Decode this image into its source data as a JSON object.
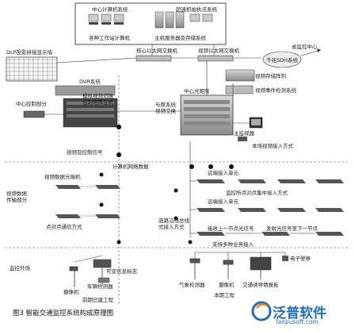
{
  "caption": "图3 智能交通监控系统构成原理图",
  "labels": {
    "central_pc_system": "中心计算机系统",
    "super_violation_system": "超速抓拍执法系统",
    "workstation_pcs": "各种工作站计算机",
    "host_servers_storage": "主机服务器及存储系统",
    "dlp_wall": "DLP投影拼接显示墙",
    "core_ethernet_switch_left": "核心以太网交换机",
    "video_ethernet_switch": "视频以太网交换机",
    "province_center": "省监控中心",
    "gigabit_sdh": "千兆SDH系统",
    "video_storage_array": "视频存储阵列",
    "dvr_system": "DVR系统",
    "video_event_detection": "视频事件检测系统",
    "analog_matrix_host": "模拟视频切换\n控制矩阵主机",
    "center_control": "中心控制部分",
    "center_optical_matrix": "中心光矩阵",
    "with_system_video_switch": "与原系统\n视频交换",
    "main_monitor": "主监视器",
    "local_access": "本场视频接入方式",
    "video_control_signal": "视频及控制信号",
    "computer_network_data": "计算机网络数据",
    "video_optical_transceiver": "视频数据光端机",
    "video_data_transmission": "视频数据\n传输部分",
    "point_to_point": "点对点通信方式",
    "remote_access_unit_1": "远端接入单元",
    "monitor_point_centralized": "监控所点对点集中接入方式",
    "remote_access_unit_2": "远端接入单元",
    "roadside_bus_access": "道路沿线总线\n式接入方式",
    "next_node_signal": "接收上一节点光信号",
    "send_next_node": "发射光信号至下一节点",
    "multi_service_access": "支持多种业务接入",
    "field_monitoring": "监控外场",
    "camera": "摄像机",
    "variable_info_sign": "可变信息标志",
    "vehicle_detector": "车辆检测器",
    "early_built_project": "前期已建工程",
    "weather_detector": "气象检测器",
    "camera_2": "摄像机",
    "traffic_info_board": "交通诱导情报板",
    "electronic_police": "电子警察",
    "current_project": "本期工程",
    "brand_name": "泛普软件",
    "brand_url": "fanpusoft.com"
  }
}
